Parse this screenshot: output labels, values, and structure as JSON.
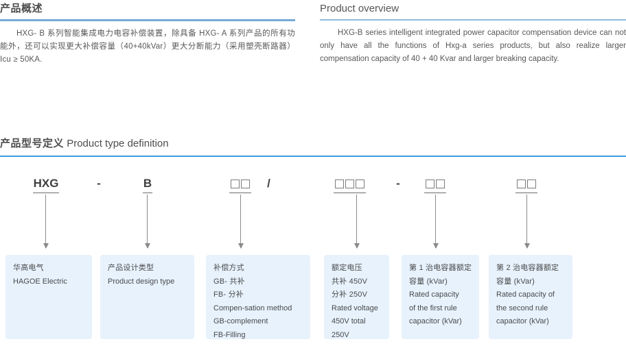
{
  "colors": {
    "accent_rule": "#77a9d8",
    "accent_rule_thin": "#3f9ae0",
    "box_bg": "#e7f2fd",
    "text": "#4a4a4a",
    "connector": "#8a8a8a"
  },
  "overview": {
    "cn": {
      "heading": "产品概述",
      "body": "HXG- B 系列智能集成电力电容补偿装置，除具备 HXG- A 系列产品的所有功能外，还可以实现更大补偿容量（40+40kVar）更大分断能力（采用塑壳断路器）Icu ≥ 50KA."
    },
    "en": {
      "heading": "Product overview",
      "body": "HXG-B series intelligent integrated power capacitor compensation device can not only have all the functions of Hxg-a series products, but also realize larger compensation capacity of 40 + 40 Kvar and larger breaking capacity."
    }
  },
  "type_definition": {
    "heading_cn": "产品型号定义",
    "heading_en": "Product type definition",
    "code_segments": [
      {
        "id": "brand",
        "text": "HXG",
        "kind": "text",
        "underlined": true,
        "trailing": ""
      },
      {
        "id": "separator-1",
        "text": "-",
        "kind": "dash",
        "underlined": false,
        "trailing": ""
      },
      {
        "id": "design-type",
        "text": "B",
        "kind": "text",
        "underlined": true,
        "trailing": ""
      },
      {
        "id": "method",
        "text": "",
        "kind": "squares",
        "squares": 2,
        "underlined": true,
        "trailing": "/"
      },
      {
        "id": "voltage",
        "text": "",
        "kind": "squares",
        "squares": 3,
        "underlined": true,
        "trailing": ""
      },
      {
        "id": "separator-2",
        "text": "-",
        "kind": "dash",
        "underlined": false,
        "trailing": ""
      },
      {
        "id": "cap-first",
        "text": "",
        "kind": "squares",
        "squares": 2,
        "underlined": true,
        "trailing": ""
      },
      {
        "id": "cap-second",
        "text": "",
        "kind": "squares",
        "squares": 2,
        "underlined": true,
        "trailing": ""
      }
    ],
    "boxes": [
      {
        "id": "brand",
        "lines": [
          "华高电气",
          "HAGOE Electric"
        ]
      },
      {
        "id": "design-type",
        "lines": [
          "产品设计类型",
          "Product design type"
        ]
      },
      {
        "id": "method",
        "lines": [
          "补偿方式",
          "GB- 共补",
          "FB- 分补",
          "Compen-sation method",
          "GB-complement",
          "FB-Filling"
        ]
      },
      {
        "id": "voltage",
        "lines": [
          "额定电压",
          "共补 450V",
          "分补 250V",
          "Rated voltage",
          "450V total",
          "250V"
        ]
      },
      {
        "id": "cap-first",
        "lines": [
          "第 1 治电容器额定",
          "容量 (kVar)",
          "Rated capacity",
          "of the first rule",
          "capacitor (kVar)"
        ]
      },
      {
        "id": "cap-second",
        "lines": [
          "第 2 治电容器额定",
          "容量 (kVar)",
          "Rated capacity of",
          "the second rule",
          "capacitor (kVar)"
        ]
      }
    ]
  }
}
